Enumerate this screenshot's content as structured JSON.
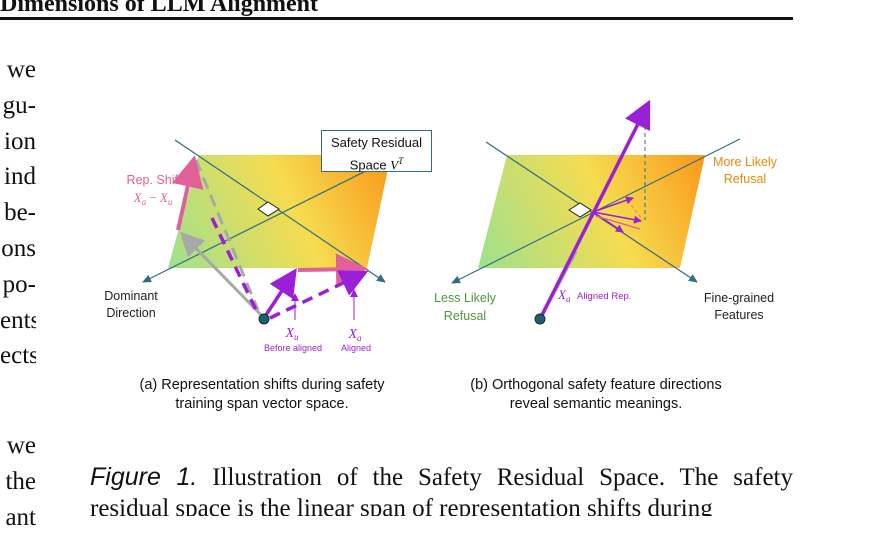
{
  "header": {
    "title": "Dimensions of LLM Alignment"
  },
  "body_left": {
    "top_lines": [
      "we",
      "gu-",
      "ion",
      "ind",
      "be-",
      "ons",
      "po-",
      "ents",
      "ects"
    ],
    "bottom_lines": [
      "we",
      "the",
      "ant"
    ]
  },
  "figure_a": {
    "box_label_line1": "Safety Residual",
    "box_label_line2": "Space",
    "box_label_math": "V",
    "box_label_sup": "T",
    "rep_shift_label": "Rep. Shift",
    "rep_shift_math_a": "X",
    "rep_shift_sub_a": "a",
    "rep_shift_minus": " − ",
    "rep_shift_math_u": "X",
    "rep_shift_sub_u": "u",
    "dominant_line1": "Dominant",
    "dominant_line2": "Direction",
    "xu_math": "X",
    "xu_sub": "u",
    "xu_caption": "Before aligned",
    "xa_math": "X",
    "xa_sub": "a",
    "xa_caption": "Aligned",
    "subcaption_line1": "(a) Representation shifts during safety",
    "subcaption_line2": "training span vector space."
  },
  "figure_b": {
    "more_likely_line1": "More Likely",
    "more_likely_line2": "Refusal",
    "less_likely_line1": "Less Likely",
    "less_likely_line2": "Refusal",
    "fine_grained_line1": "Fine-grained",
    "fine_grained_line2": "Features",
    "xa_math": "X",
    "xa_sub": "a",
    "xa_caption": "Aligned Rep.",
    "subcaption_line1": "(b) Orthogonal safety feature directions",
    "subcaption_line2": "reveal semantic meanings."
  },
  "caption": {
    "figure_label": "Figure 1.",
    "line1_text": " Illustration of the Safety Residual Space.  The safety",
    "line2_text": "residual space is the linear span of representation shifts during"
  },
  "colors": {
    "magenta_arrow": "#e0609a",
    "purple_arrow": "#9a1fd6",
    "gray_arrow": "#a8a8a8",
    "axis_line": "#2e6d86",
    "orange_label": "#e8880e",
    "green_label": "#4a9a3a",
    "plane_green": "#a8e28e",
    "plane_yellow": "#f8d84a",
    "plane_orange": "#f99a1a"
  }
}
